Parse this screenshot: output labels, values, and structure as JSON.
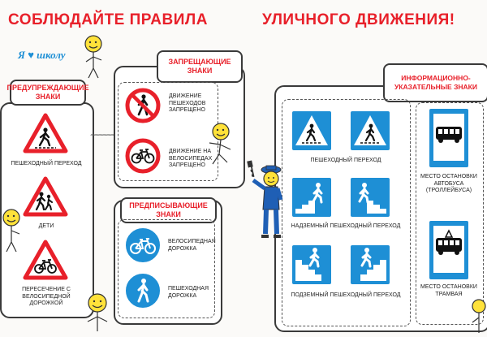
{
  "title": {
    "left": "СОБЛЮДАЙТЕ ПРАВИЛА",
    "right": "УЛИЧНОГО ДВИЖЕНИЯ!"
  },
  "logo": {
    "text": "Я ♥ школу"
  },
  "warning": {
    "header": "ПРЕДУПРЕЖДАЮЩИЕ ЗНАКИ",
    "items": [
      "ПЕШЕХОДНЫЙ ПЕРЕХОД",
      "ДЕТИ",
      "ПЕРЕСЕЧЕНИЕ С ВЕЛОСИПЕДНОЙ ДОРОЖКОЙ"
    ]
  },
  "prohibitory": {
    "header": "ЗАПРЕЩАЮЩИЕ ЗНАКИ",
    "items": [
      "ДВИЖЕНИЕ ПЕШЕХОДОВ ЗАПРЕЩЕНО",
      "ДВИЖЕНИЕ НА ВЕЛОСИПЕДАХ ЗАПРЕЩЕНО"
    ]
  },
  "mandatory": {
    "header": "ПРЕДПИСЫВАЮЩИЕ ЗНАКИ",
    "items": [
      "ВЕЛОСИПЕДНАЯ ДОРОЖКА",
      "ПЕШЕХОДНАЯ ДОРОЖКА"
    ]
  },
  "informational": {
    "header": "ИНФОРМАЦИОННО-УКАЗАТЕЛЬНЫЕ ЗНАКИ",
    "items": [
      "ПЕШЕХОДНЫЙ ПЕРЕХОД",
      "НАДЗЕМНЫЙ ПЕШЕХОДНЫЙ ПЕРЕХОД",
      "ПОДЗЕМНЫЙ ПЕШЕХОДНЫЙ ПЕРЕХОД",
      "МЕСТО ОСТАНОВКИ АВТОБУСА (ТРОЛЛЕЙБУСА)",
      "МЕСТО ОСТАНОВКИ ТРАМВАЯ"
    ]
  },
  "colors": {
    "red": "#e8202a",
    "blue": "#1e8fd5",
    "dark": "#3a3a3a"
  },
  "icons": [
    "pedestrian-icon",
    "children-icon",
    "bicycle-icon",
    "bus-icon",
    "tram-icon",
    "stairs-icon",
    "policeman-figure",
    "smiley-figure"
  ]
}
